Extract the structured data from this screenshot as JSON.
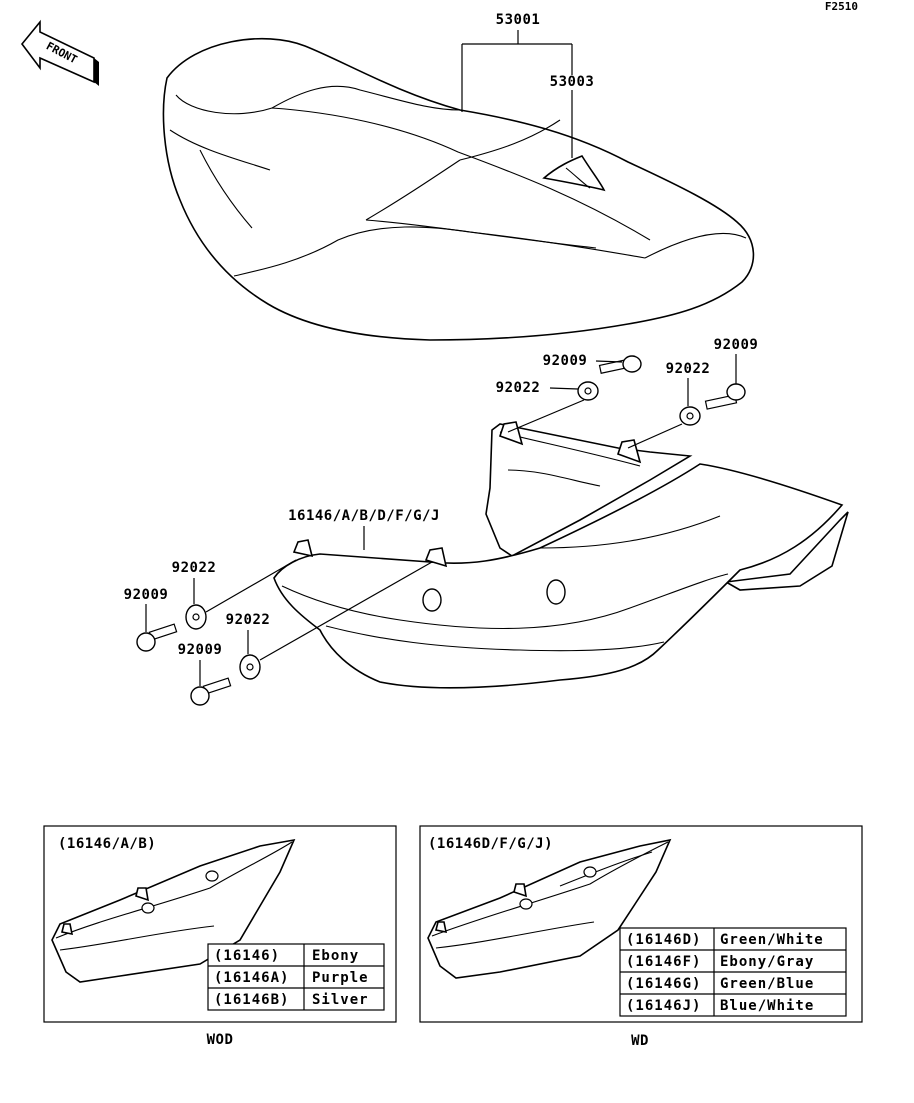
{
  "figure_code": "F2510",
  "front_arrow": {
    "label": "FRONT"
  },
  "callouts": {
    "seat": "53001",
    "seat_cover": "53003",
    "bolt_top_left": "92009",
    "washer_top_left": "92022",
    "washer_top_right": "92022",
    "bolt_top_right": "92009",
    "side_cover": "16146/A/B/D/F/G/J",
    "washer_left_upper": "92022",
    "bolt_left_upper": "92009",
    "washer_left_lower": "92022",
    "bolt_left_lower": "92009"
  },
  "panel_wod": {
    "title": "(16146/A/B)",
    "caption": "WOD",
    "rows": [
      {
        "code": "(16146)",
        "color": "Ebony"
      },
      {
        "code": "(16146A)",
        "color": "Purple"
      },
      {
        "code": "(16146B)",
        "color": "Silver"
      }
    ]
  },
  "panel_wd": {
    "title": "(16146D/F/G/J)",
    "caption": "WD",
    "rows": [
      {
        "code": "(16146D)",
        "color": "Green/White"
      },
      {
        "code": "(16146F)",
        "color": "Ebony/Gray"
      },
      {
        "code": "(16146G)",
        "color": "Green/Blue"
      },
      {
        "code": "(16146J)",
        "color": "Blue/White"
      }
    ]
  }
}
